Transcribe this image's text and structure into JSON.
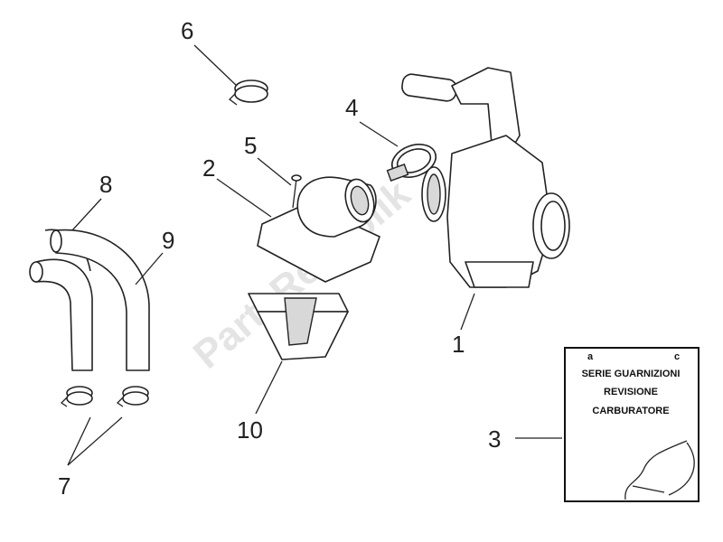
{
  "diagram": {
    "callouts": [
      "1",
      "2",
      "3",
      "4",
      "5",
      "6",
      "7",
      "8",
      "9",
      "10"
    ],
    "kit_box": {
      "corner_marks": [
        "a",
        "c"
      ],
      "lines": [
        "SERIE GUARNIZIONI",
        "REVISIONE",
        "CARBURATORE"
      ]
    },
    "watermark": "PartsRepublik"
  }
}
